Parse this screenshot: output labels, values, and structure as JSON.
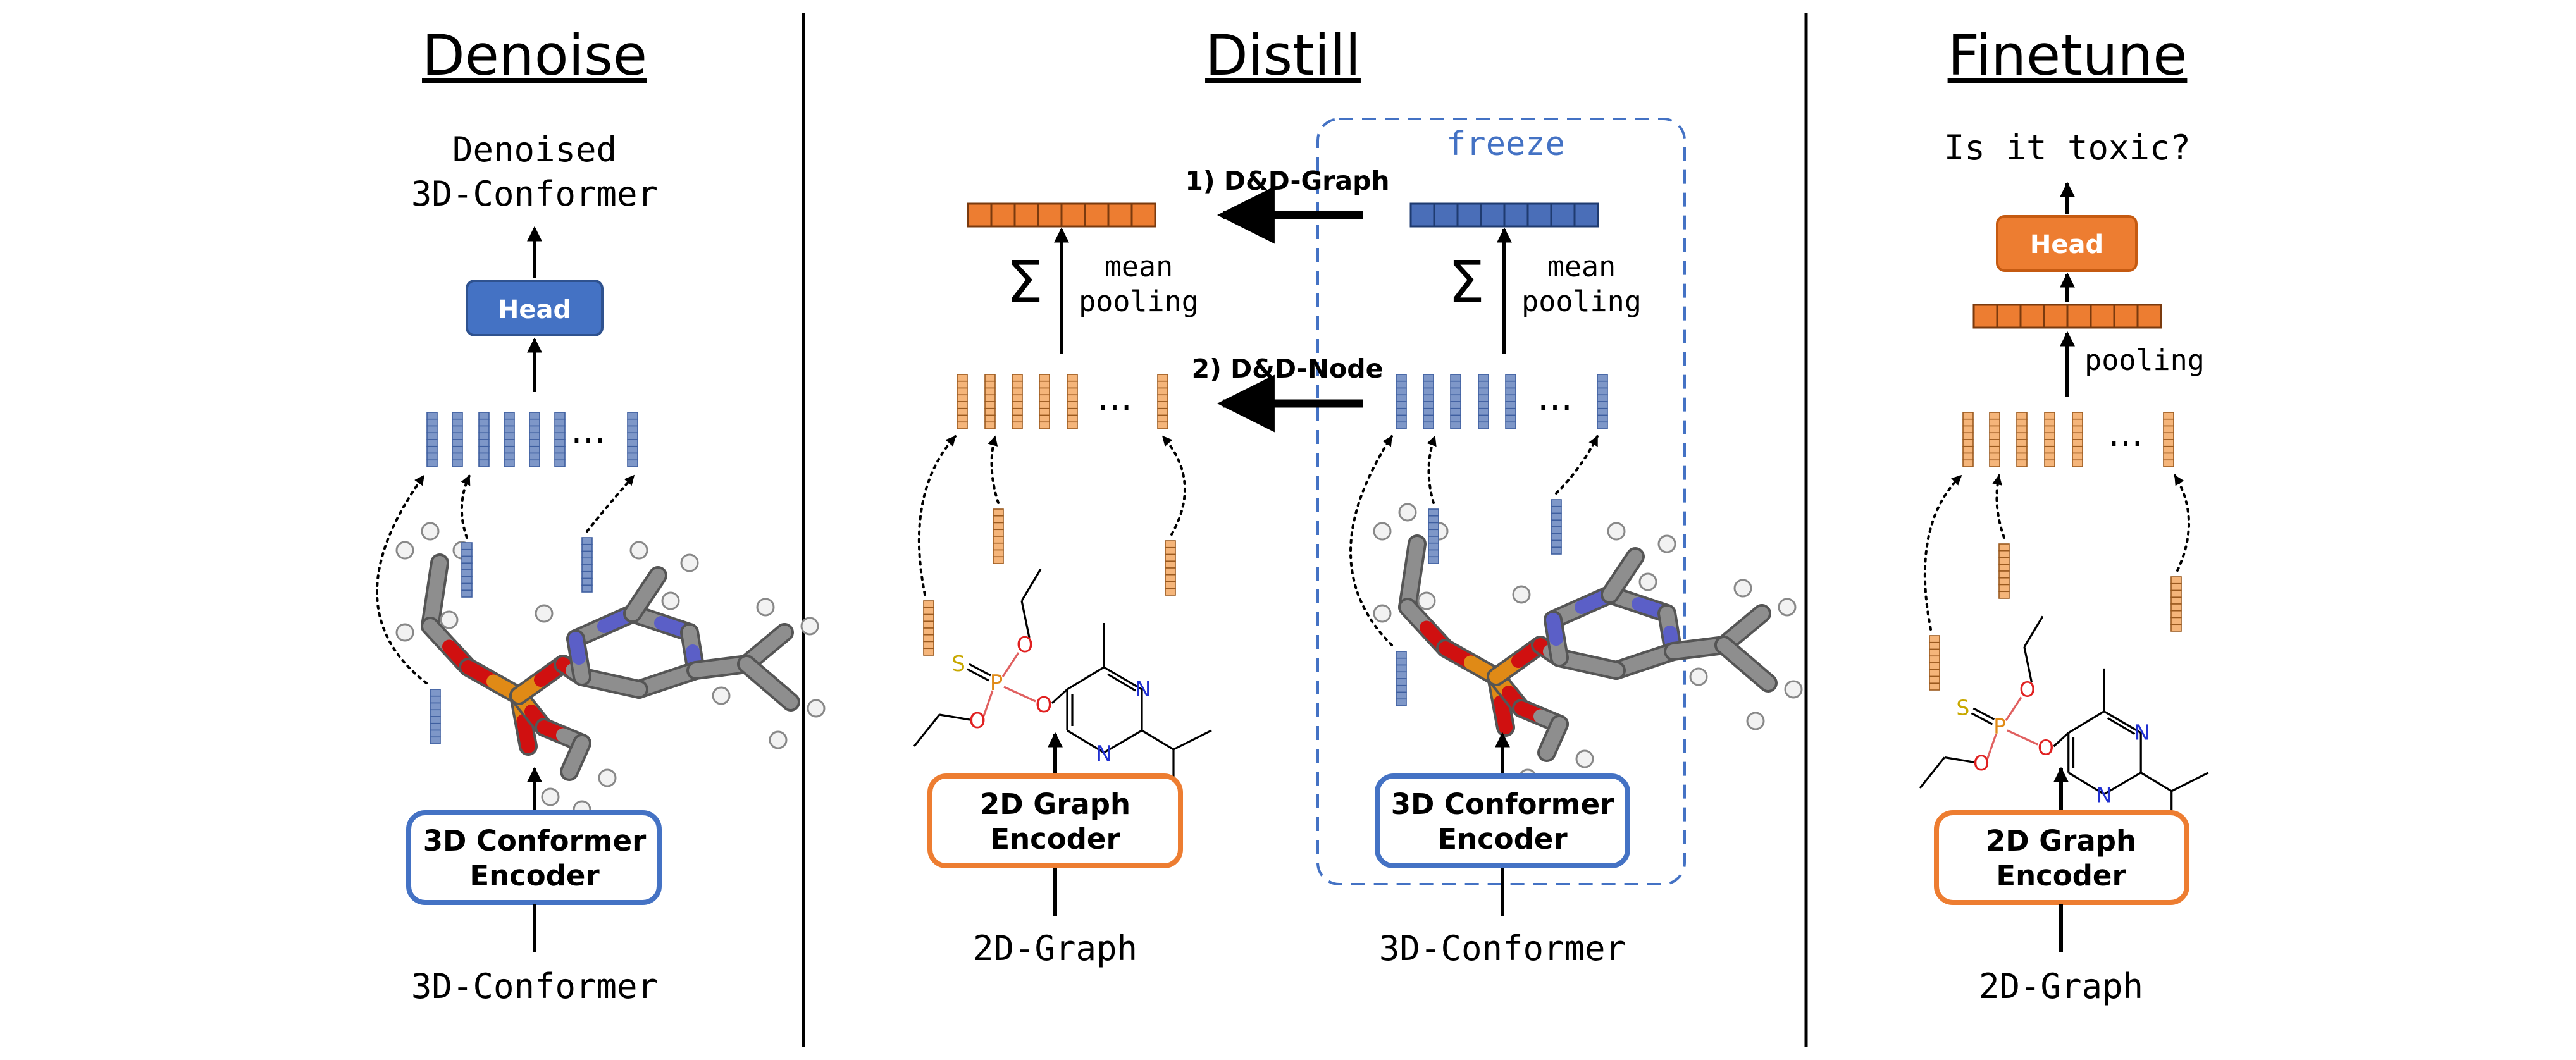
{
  "colors": {
    "blue": "#4472C4",
    "blue_fill": "#4A6EB8",
    "blue_light": "#7E97C8",
    "orange": "#ED7D31",
    "orange_light": "#F5B57A",
    "freeze_blue": "#4472C4"
  },
  "denoise": {
    "title": "Denoise",
    "output_line1": "Denoised",
    "output_line2": "3D-Conformer",
    "head_label": "Head",
    "ellipsis": "…",
    "encoder_line1": "3D Conformer",
    "encoder_line2": "Encoder",
    "input_label": "3D-Conformer"
  },
  "distill": {
    "title": "Distill",
    "freeze_label": "freeze",
    "graph_arrow_label": "1) D&D-Graph",
    "node_arrow_label": "2) D&D-Node",
    "sum_symbol": "Σ",
    "pool_line1": "mean",
    "pool_line2": "pooling",
    "ellipsis": "…",
    "student_encoder_line1": "2D Graph",
    "student_encoder_line2": "Encoder",
    "teacher_encoder_line1": "3D Conformer",
    "teacher_encoder_line2": "Encoder",
    "student_input": "2D-Graph",
    "teacher_input": "3D-Conformer"
  },
  "finetune": {
    "title": "Finetune",
    "question": "Is it toxic?",
    "head_label": "Head",
    "pool_label": "pooling",
    "ellipsis": "…",
    "encoder_line1": "2D Graph",
    "encoder_line2": "Encoder",
    "input_label": "2D-Graph"
  },
  "molecule_atoms": {
    "sulfur": "S",
    "phosphorus": "P",
    "oxygen": "O",
    "nitrogen": "N"
  }
}
